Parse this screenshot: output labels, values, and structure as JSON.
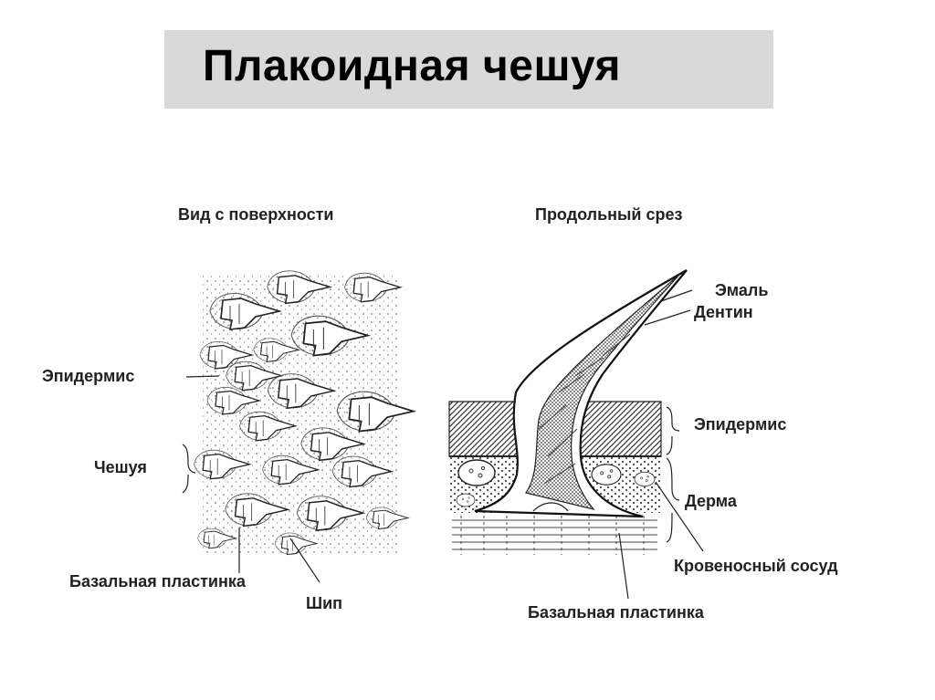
{
  "title": "Плакоидная чешуя",
  "surface_view": {
    "heading": "Вид с поверхности",
    "labels": {
      "epidermis": "Эпидермис",
      "scale": "Чешуя",
      "basal_plate": "Базальная пластинка",
      "spine": "Шип"
    }
  },
  "section_view": {
    "heading": "Продольный срез",
    "labels": {
      "enamel": "Эмаль",
      "dentin": "Дентин",
      "epidermis": "Эпидермис",
      "dermis": "Дерма",
      "blood_vessel": "Кровеносный сосуд",
      "basal_plate": "Базальная пластинка"
    }
  },
  "colors": {
    "title_background": "#d9d9d9",
    "ink": "#222222"
  }
}
